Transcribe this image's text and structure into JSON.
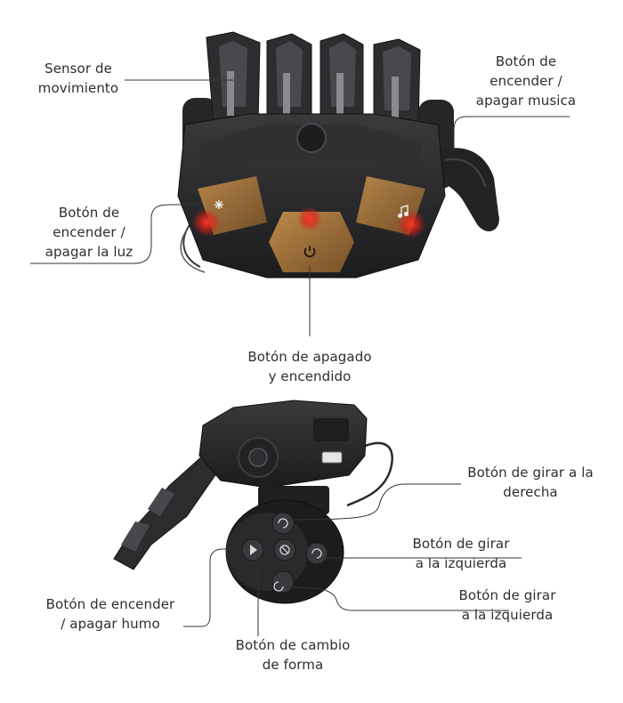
{
  "labels": {
    "motion_sensor": [
      "Sensor de",
      "movimiento"
    ],
    "music_button": [
      "Botón de",
      "encender /",
      "apagar musica"
    ],
    "light_button": [
      "Botón de",
      "encender /",
      "apagar la luz"
    ],
    "power_button": [
      "Botón de apagado",
      "y encendido"
    ],
    "turn_right_button": [
      "Botón de girar a la",
      "derecha"
    ],
    "turn_left_button_a": [
      "Botón de girar",
      "a la izquierda"
    ],
    "turn_left_button_b": [
      "Botón de girar",
      "a la izquierda"
    ],
    "smoke_button": [
      "Botón de encender",
      "/ apagar humo"
    ],
    "shape_change_button": [
      "Botón de cambio",
      "de forma"
    ]
  },
  "icons": [
    "light-icon",
    "music-note-icon",
    "power-icon",
    "play-icon",
    "shape-icon",
    "rotate-icon"
  ],
  "colors": {
    "device_body": "#2a2a2c",
    "led_red": "#e8231f",
    "amber_panel": "#b07a3e",
    "leader_line": "#333333"
  }
}
